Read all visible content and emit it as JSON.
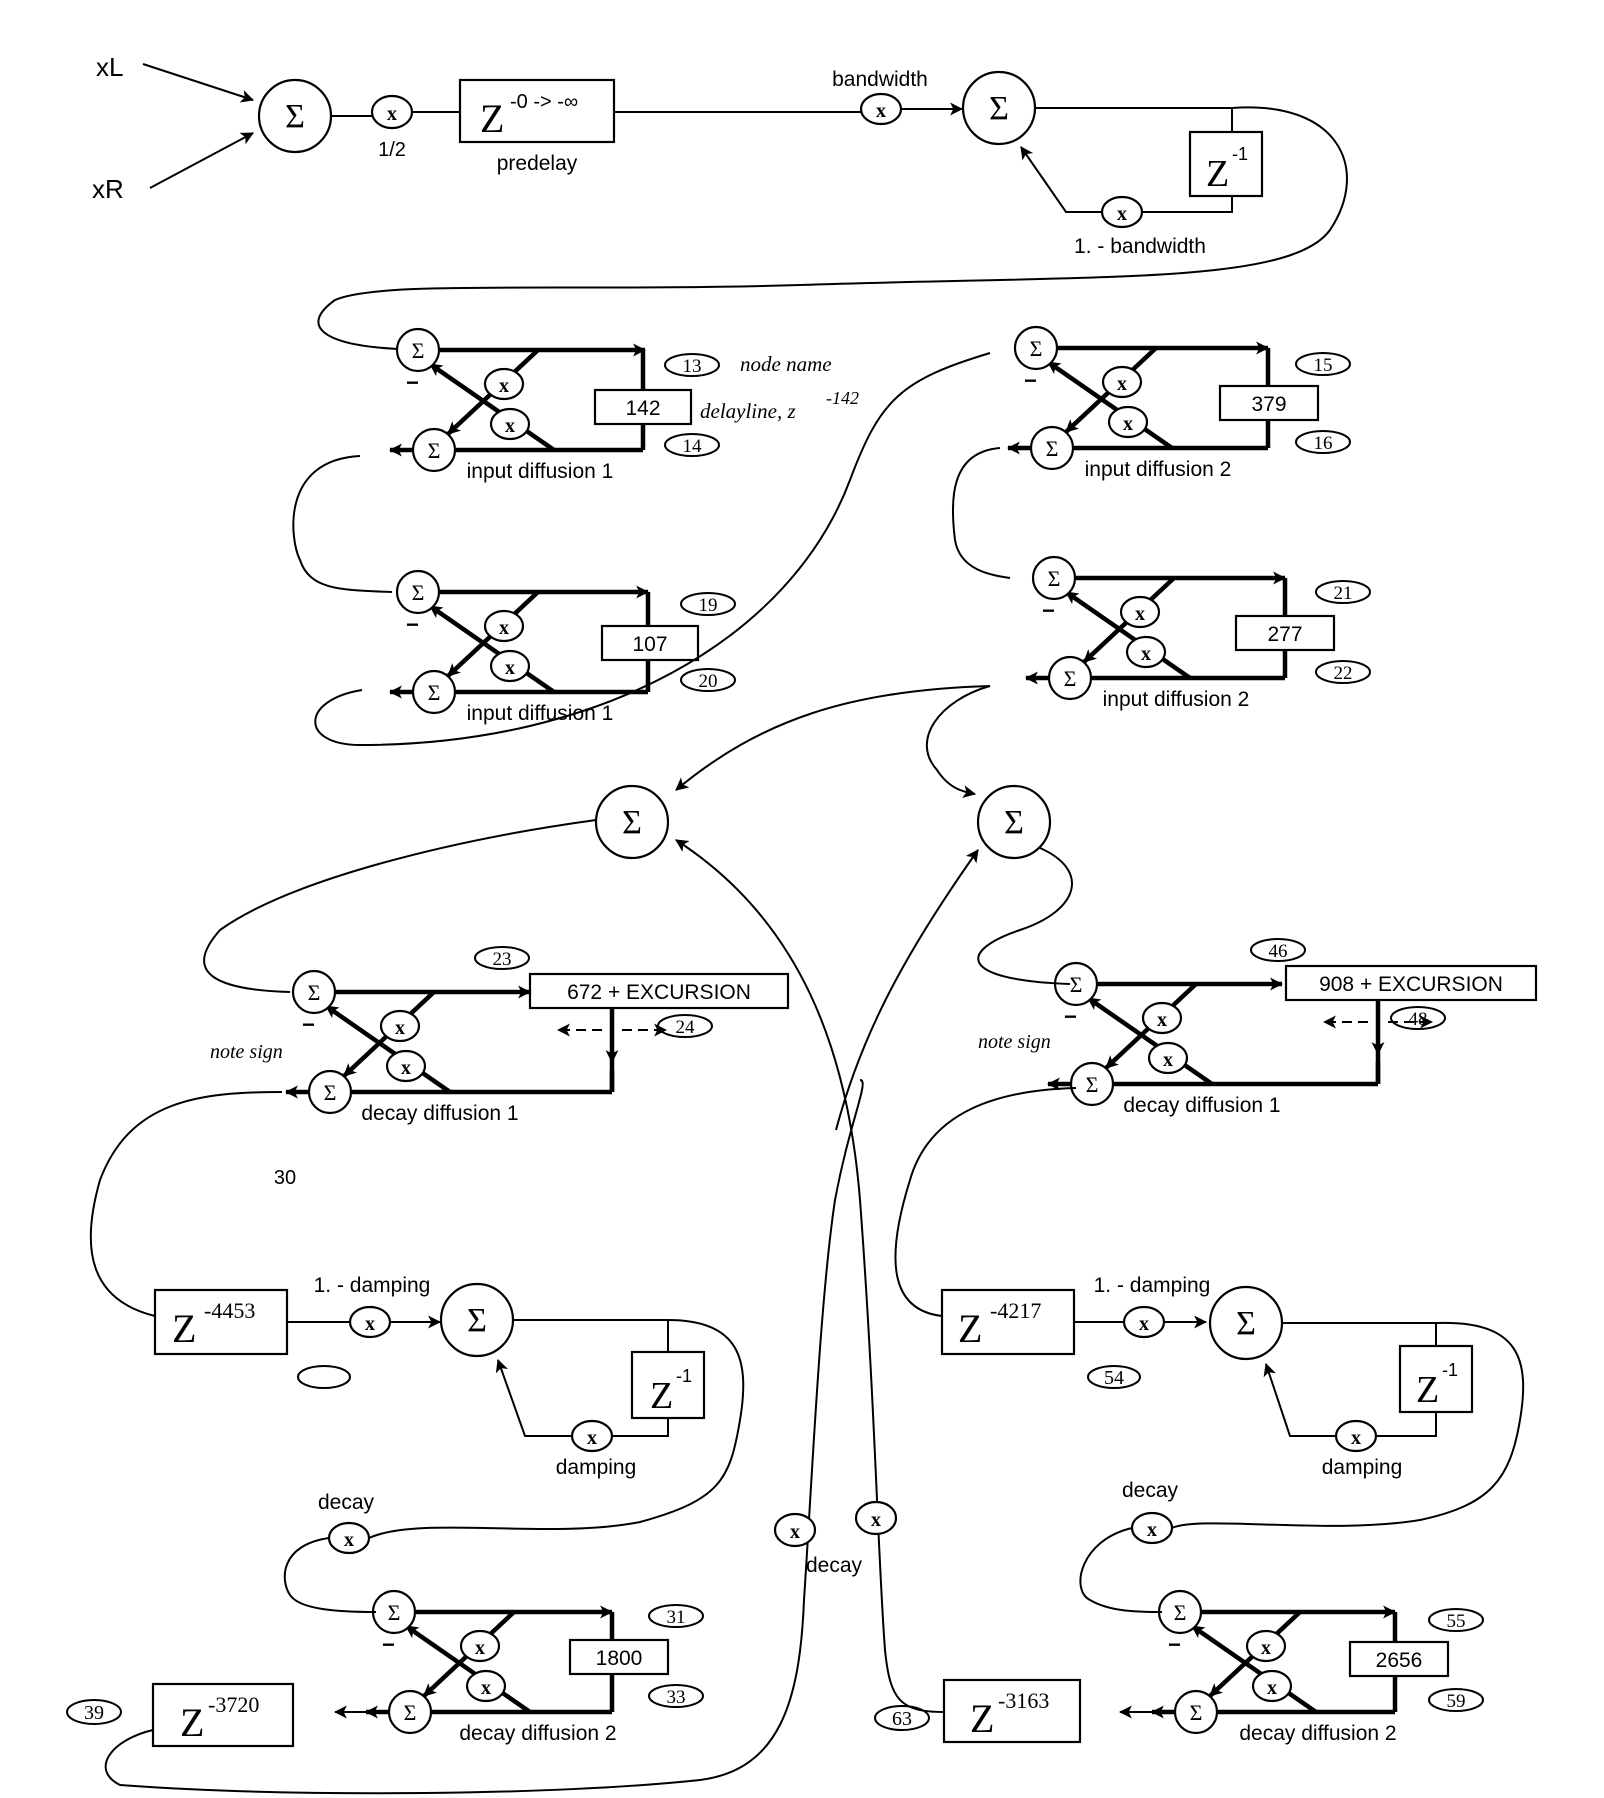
{
  "symbols": {
    "sum": "Σ",
    "mul": "x",
    "minus": "−",
    "z": "Z"
  },
  "inputs": {
    "left": "xL",
    "right": "xR"
  },
  "labels": {
    "half": "1/2",
    "predelay_exp": "-0 -> -∞",
    "predelay": "predelay",
    "bandwidth": "bandwidth",
    "one_minus_bandwidth": "1. - bandwidth",
    "node_name": "node name",
    "delayline": "delayline, z",
    "delayline_exp": "-142",
    "input_diffusion_1": "input diffusion 1",
    "input_diffusion_2": "input diffusion 2",
    "decay_diffusion_1": "decay diffusion 1",
    "decay_diffusion_2": "decay diffusion 2",
    "note_sign": "note sign",
    "one_minus_damping": "1. - damping",
    "damping": "damping",
    "decay": "decay",
    "z1_exp": "-1"
  },
  "delays": {
    "d142": "142",
    "d379": "379",
    "d107": "107",
    "d277": "277",
    "d672": "672 + EXCURSION",
    "d908": "908 + EXCURSION",
    "d1800": "1800",
    "d2656": "2656"
  },
  "long_delays": {
    "z4453": "-4453",
    "z4217": "-4217",
    "z3720": "-3720",
    "z3163": "-3163"
  },
  "node_tags": {
    "n13": "13",
    "n14": "14",
    "n15": "15",
    "n16": "16",
    "n19": "19",
    "n20": "20",
    "n21": "21",
    "n22": "22",
    "n23": "23",
    "n24": "24",
    "n46": "46",
    "n48": "48",
    "n30": "30",
    "n54": "54",
    "n31": "31",
    "n33": "33",
    "n55": "55",
    "n59": "59",
    "n39": "39",
    "n63": "63"
  }
}
